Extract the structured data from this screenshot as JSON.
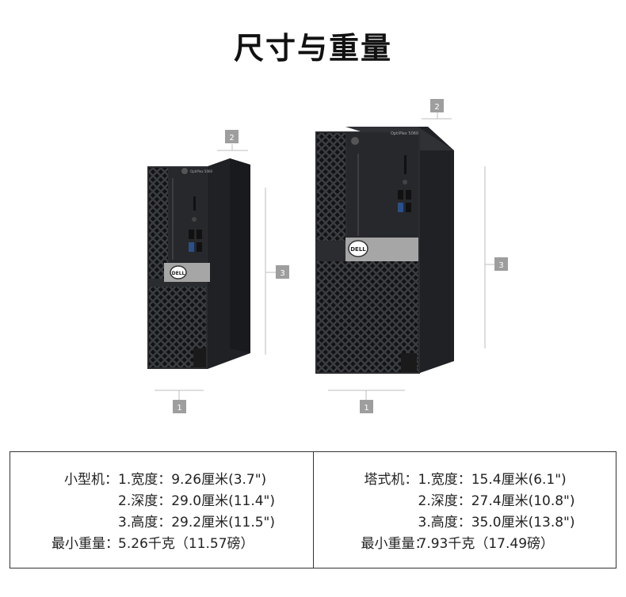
{
  "page": {
    "title": "尺寸与重量"
  },
  "illustration": {
    "sff": {
      "model_text": "OptiPlex 5060",
      "brand": "DELL",
      "dims": {
        "width": "1",
        "depth": "2",
        "height": "3"
      }
    },
    "tower": {
      "model_text": "OptiPlex 5060",
      "brand": "DELL",
      "dims": {
        "width": "1",
        "depth": "2",
        "height": "3"
      }
    }
  },
  "specs": {
    "small": {
      "type_label": "小型机：",
      "rows": [
        "1.宽度：9.26厘米(3.7\")",
        "2.深度：29.0厘米(11.4\")",
        "3.高度：29.2厘米(11.5\")"
      ],
      "weight_label": "最小重量：",
      "weight_value": "5.26千克（11.57磅）"
    },
    "tower": {
      "type_label": "塔式机：",
      "rows": [
        "1.宽度：15.4厘米(6.1\")",
        "2.深度：27.4厘米(10.8\")",
        "3.高度：35.0厘米(13.8\")"
      ],
      "weight_label": "最小重量：",
      "weight_value": "7.93千克（17.49磅）"
    }
  },
  "colors": {
    "chassis": "#2a2c30",
    "chassis_side": "#1d1f22",
    "badge": "#9e9e9e",
    "line": "#bdbdbd"
  }
}
